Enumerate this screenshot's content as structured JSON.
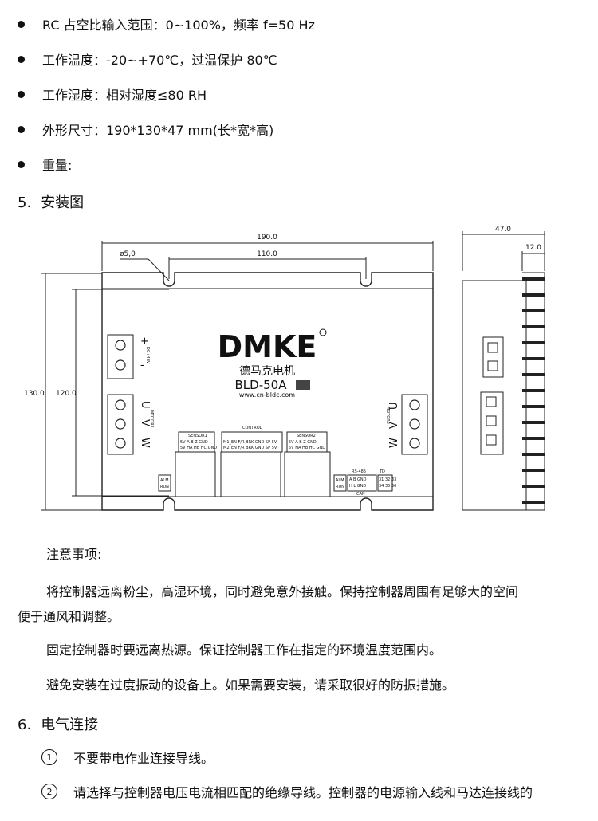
{
  "specs": [
    "RC 占空比输入范围：0~100%，频率 f=50 Hz",
    "工作温度：-20~+70℃，过温保护 80℃",
    "工作湿度：相对湿度≤80 RH",
    "外形尺寸：190*130*47 mm(长*宽*高)",
    "重量:"
  ],
  "section5": {
    "num": "5.",
    "title": "安装图"
  },
  "drawing": {
    "dim_190": "190.0",
    "dim_110": "110.0",
    "dim_hole": "ø5,0",
    "dim_130": "130.0",
    "dim_120": "120.0",
    "dim_47": "47.0",
    "dim_12": "12.0",
    "brand": "DMKE",
    "brand_cn": "德马克电机",
    "model": "BLD-50A",
    "url": "www.cn-bldc.com",
    "power_label": "DC+48V",
    "motor_left": "MOTOR1",
    "motor_right": "MOTOR2",
    "sensor1": "SENSOR1",
    "sensor2": "SENSOR2",
    "control": "CONTROL",
    "pins_sensor_1": "5V A  B  Z  GND",
    "pins_sensor_2": "5V HA HB HC GND",
    "pins_control_1": "M1_EN F/R BRK GND SP 5V",
    "pins_control_2": "M2_EN F/R BRK GND SP 5V",
    "alm": "ALM",
    "run": "RUN",
    "rs485": "RS-485",
    "rs_pins_1": "A  B  GND",
    "rs_pins_2": "H  L  GND",
    "can": "CAN",
    "td": "TD",
    "td_pins_1": "31 32 33",
    "td_pins_2": "34 35 36"
  },
  "notes": {
    "title": "注意事项:",
    "p1_line1": "将控制器远离粉尘，高湿环境，同时避免意外接触。保持控制器周围有足够大的空间",
    "p1_line2": "便于通风和调整。",
    "p2": "固定控制器时要远离热源。保证控制器工作在指定的环境温度范围内。",
    "p3": "避免安装在过度振动的设备上。如果需要安装，请采取很好的防振措施。"
  },
  "section6": {
    "num": "6.",
    "title": "电气连接"
  },
  "wiring": [
    {
      "mark": "1",
      "text": "不要带电作业连接导线。"
    },
    {
      "mark": "2",
      "text": "请选择与控制器电压电流相匹配的绝缘导线。控制器的电源输入线和马达连接线的"
    }
  ]
}
